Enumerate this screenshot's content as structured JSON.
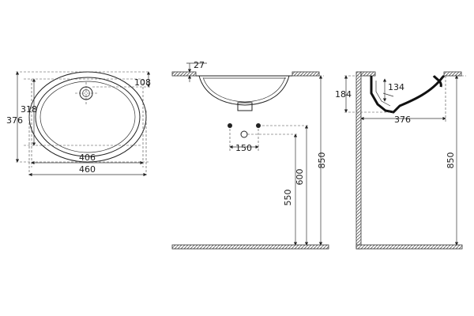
{
  "top_view": {
    "width_outer": "460",
    "width_inner": "406",
    "depth_outer": "376",
    "depth_inner": "318",
    "tap_offset": "108"
  },
  "front_view": {
    "rim_thickness": "27",
    "drain_spacing": "150",
    "height_600": "600",
    "height_550": "550",
    "height_850": "850"
  },
  "side_view": {
    "bowl_height": "184",
    "bowl_depth": "134",
    "bowl_width": "376",
    "height_850": "850"
  }
}
